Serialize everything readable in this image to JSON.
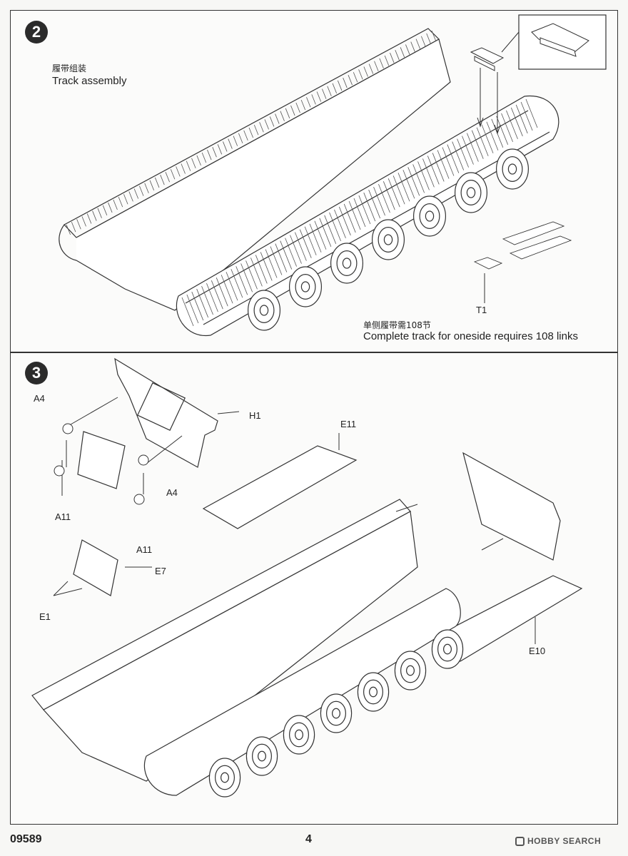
{
  "step2": {
    "number": "2",
    "title_zh": "履带组装",
    "title_en": "Track assembly",
    "part_label": "T1",
    "note_zh": "单侧履带需108节",
    "note_en": "Complete track for oneside requires 108 links"
  },
  "step3": {
    "number": "3",
    "labels": {
      "a4_top": "A4",
      "h1": "H1",
      "e11": "E11",
      "a4_right": "A4",
      "a11_left": "A11",
      "a11_bottom": "A11",
      "e7": "E7",
      "e1": "E1",
      "e10": "E10"
    }
  },
  "footer": {
    "kit_number": "09589",
    "page_number": "4",
    "watermark": "HOBBY SEARCH"
  },
  "colors": {
    "line": "#333333",
    "badge": "#2b2b2b"
  }
}
